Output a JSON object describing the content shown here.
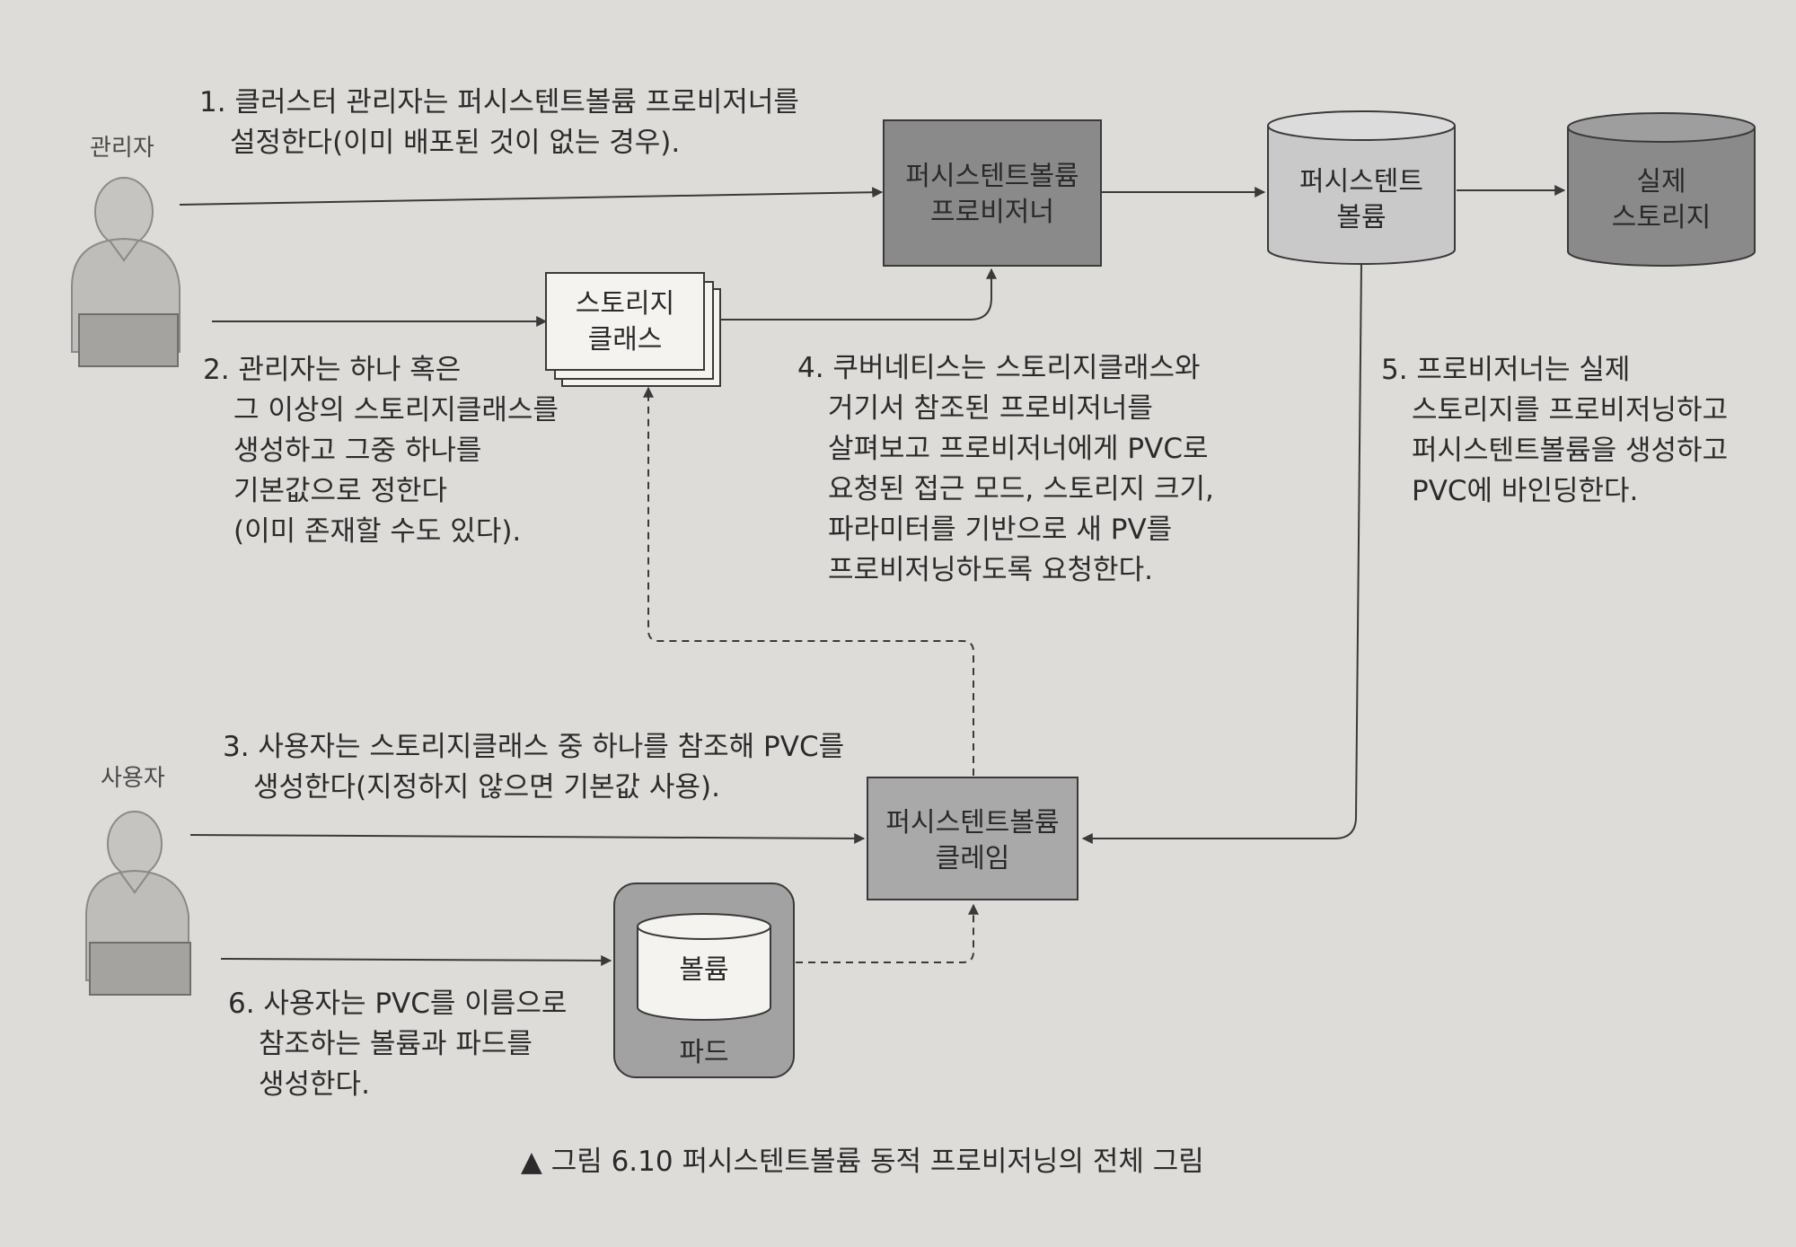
{
  "roles": {
    "admin": "관리자",
    "user": "사용자"
  },
  "nodes": {
    "pv_provisioner": [
      "퍼시스텐트볼륨",
      "프로비저너"
    ],
    "persistent_volume": [
      "퍼시스텐트",
      "볼륨"
    ],
    "actual_storage": [
      "실제",
      "스토리지"
    ],
    "storage_class": [
      "스토리지",
      "클래스"
    ],
    "pvc": [
      "퍼시스텐트볼륨",
      "클레임"
    ],
    "volume": "볼륨",
    "pod": "파드"
  },
  "steps": {
    "s1": [
      "1. 클러스터 관리자는 퍼시스텐트볼륨 프로비저너를",
      "설정한다(이미 배포된 것이 없는 경우)."
    ],
    "s2": [
      "2. 관리자는 하나 혹은",
      "그 이상의 스토리지클래스를",
      "생성하고 그중 하나를",
      "기본값으로 정한다",
      "(이미 존재할 수도 있다)."
    ],
    "s3": [
      "3. 사용자는 스토리지클래스 중 하나를 참조해 PVC를",
      "생성한다(지정하지 않으면 기본값 사용)."
    ],
    "s4": [
      "4. 쿠버네티스는 스토리지클래스와",
      "거기서 참조된 프로비저너를",
      "살펴보고 프로비저너에게 PVC로",
      "요청된 접근 모드, 스토리지 크기,",
      "파라미터를 기반으로 새 PV를",
      "프로비저닝하도록 요청한다."
    ],
    "s5": [
      "5. 프로비저너는 실제",
      "스토리지를 프로비저닝하고",
      "퍼시스텐트볼륨을 생성하고",
      "PVC에 바인딩한다."
    ],
    "s6": [
      "6. 사용자는 PVC를 이름으로",
      "참조하는 볼륨과 파드를",
      "생성한다."
    ]
  },
  "caption": "▲ 그림 6.10 퍼시스텐트볼륨 동적 프로비저닝의 전체 그림",
  "colors": {
    "background": "#dedcd9",
    "box_dark": "#8a8a8a",
    "box_mid": "#a9a9a9",
    "box_light": "#c9c9c9",
    "pod_fill": "#a2a2a2",
    "line": "#3a3a3a"
  }
}
